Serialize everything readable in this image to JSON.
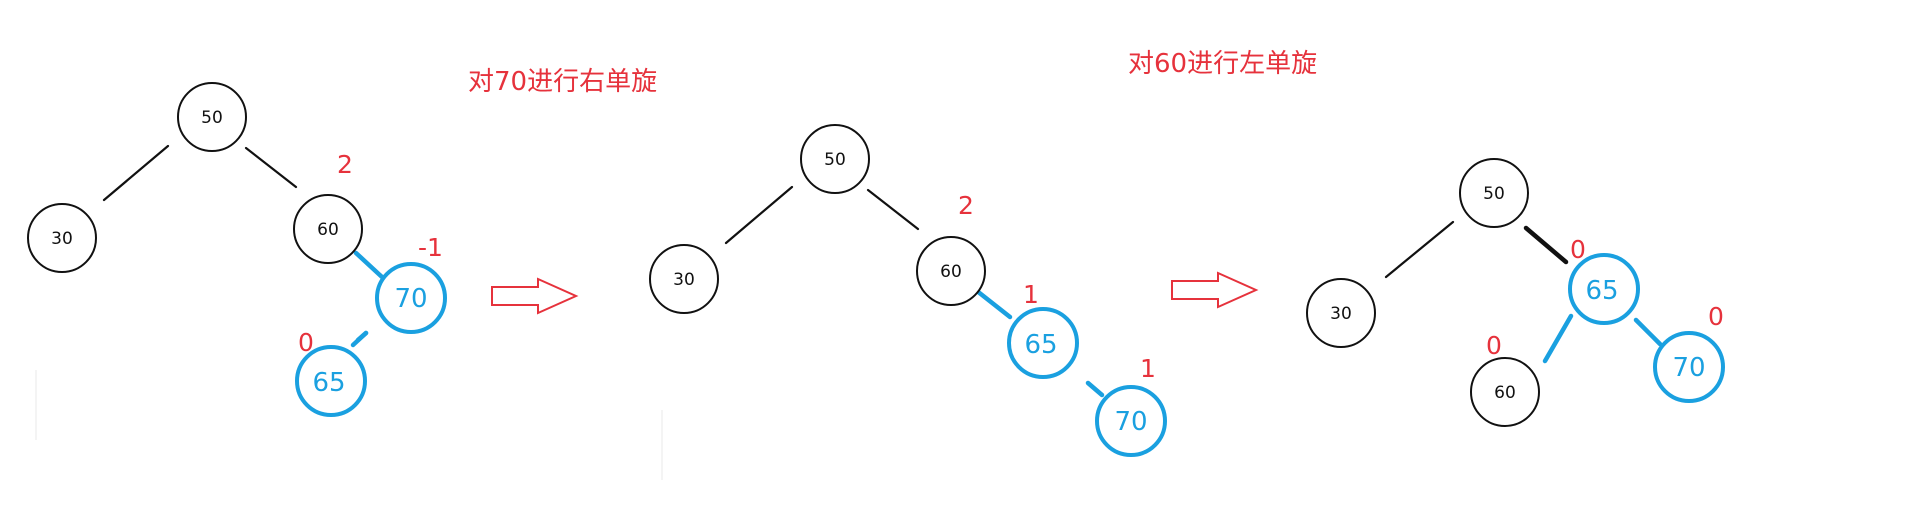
{
  "captions": {
    "step1": "对70进行右单旋",
    "step2": "对60进行左单旋"
  },
  "colors": {
    "black_node": "#111111",
    "highlight_node": "#1aa0e0",
    "balance_factor": "#e6323c",
    "arrow": "#e6323c"
  },
  "trees": [
    {
      "nodes": {
        "root": "50",
        "left": "30",
        "right": "60",
        "rr": "70",
        "rrl": "65"
      },
      "balance_factors": {
        "right": "2",
        "rr": "-1",
        "rrl": "0"
      }
    },
    {
      "nodes": {
        "root": "50",
        "left": "30",
        "right": "60",
        "rr": "65",
        "rrr": "70"
      },
      "balance_factors": {
        "right": "2",
        "rr": "1",
        "rrr": "1"
      }
    },
    {
      "nodes": {
        "root": "50",
        "left": "30",
        "right": "65",
        "rl": "60",
        "rr": "70"
      },
      "balance_factors": {
        "right": "0",
        "rl": "0",
        "rr": "0"
      }
    }
  ]
}
